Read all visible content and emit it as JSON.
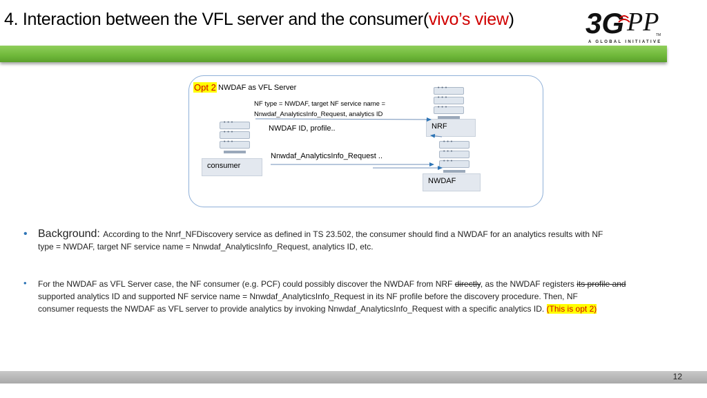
{
  "title": {
    "main": "4. Interaction between the VFL server and the consumer(",
    "highlight": "vivo’s view",
    "close": ")"
  },
  "logo": {
    "brand": "3GPP",
    "tagline": "A GLOBAL INITIATIVE"
  },
  "colors": {
    "accent_green": "#6fb83a",
    "title_highlight": "#d00000",
    "note_highlight_bg": "#ffff00"
  },
  "diagram": {
    "opt_label": "Opt 2",
    "opt_title": "NWDAF as VFL Server",
    "msg_discovery_line1": "NF type = NWDAF, target NF service name =",
    "msg_discovery_line2": "Nnwdaf_AnalyticsInfo_Request, analytics ID",
    "msg_response": "NWDAF ID, profile..",
    "msg_request": "Nnwdaf_AnalyticsInfo_Request ..",
    "nodes": {
      "nrf": "NRF",
      "consumer": "consumer",
      "nwdaf": "NWDAF"
    },
    "icons": [
      "server-icon"
    ]
  },
  "bullets": [
    {
      "head": "Background: ",
      "text_line1": "According to the Nnrf_NFDiscovery service as defined in TS 23.502, the consumer should find a NWDAF for an analytics results with NF",
      "text_line2": "type = NWDAF, target NF service name = Nnwdaf_AnalyticsInfo_Request, analytics ID, etc."
    },
    {
      "l1_a": "For the NWDAF as VFL Server case, the NF consumer (e.g. PCF) could possibly discover the NWDAF from NRF ",
      "l1_strike": "directly",
      "l1_b": ", as the NWDAF registers ",
      "l1_strike2": "its profile and",
      "l2": "supported analytics ID and supported NF service name = Nnwdaf_AnalyticsInfo_Request in its NF profile before the discovery procedure. Then, NF",
      "l3_a": "consumer requests the NWDAF as  VFL server to provide analytics by invoking Nnwdaf_AnalyticsInfo_Request  with a specific analytics ID. ",
      "l3_note": "(This is opt 2)"
    }
  ],
  "footer": {
    "page_number": "12"
  }
}
